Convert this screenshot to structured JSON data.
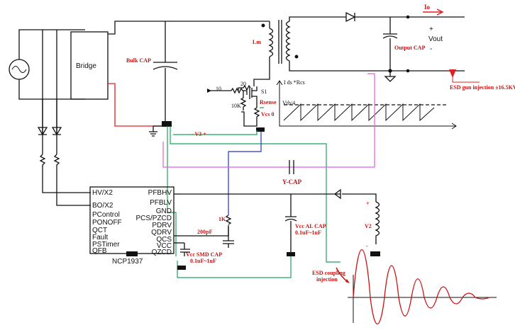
{
  "blocks": {
    "bridge": "Bridge",
    "ic_name": "NCP1937"
  },
  "ic_pins_left": [
    "HV/X2",
    "BO/X2",
    "PControl",
    "PONOFF",
    "QCT",
    "Fault",
    "PSTimer",
    "QFB"
  ],
  "ic_pins_right": [
    "PFBHV",
    "PFBLV",
    "GND",
    "PCS/PZCD",
    "PDRV",
    "QDRV",
    "QCS",
    "VCC",
    "QZCD"
  ],
  "labels": {
    "bulk_cap": "Bulk CAP",
    "lm": "Lm",
    "output_cap": "Output CAP",
    "vout": "Vout",
    "plus": "+",
    "minus": "-",
    "io": "Io",
    "esd_gun": "ESD gun injection ±16.5KV",
    "r10": "10",
    "r20": "20",
    "r10k": "10K",
    "s1": "S1",
    "rsense": "Rsense",
    "vcs": "Vcs 0",
    "ids_rcs": "I ds *Rcs",
    "vth": "Vth/4",
    "v3": "-      V3    +",
    "ycap": "Y-CAP",
    "r1k": "1K",
    "c200p": "200pF",
    "vcc_smd": "Vcc  SMD CAP",
    "vcc_smd_val": "0.1uF~1uF",
    "vcc_al": "Vcc  AL CAP",
    "vcc_al_val": "0.1uF~1uF",
    "v2": "V2",
    "esd_coupling_1": "ESD coupling",
    "esd_coupling_2": "injection"
  },
  "colors": {
    "red_wire": "#e02020",
    "green_wire": "#1aa35a",
    "blue_wire": "#2233cc",
    "magenta_wire": "#e060e0"
  }
}
